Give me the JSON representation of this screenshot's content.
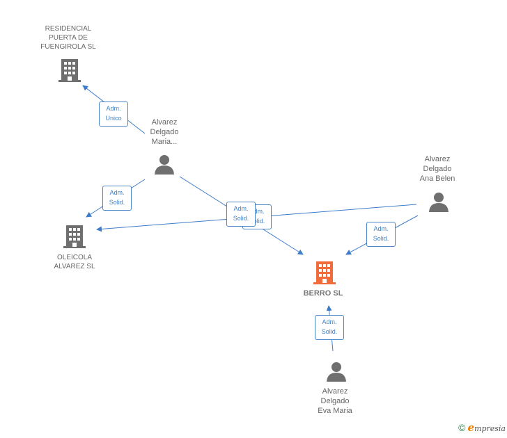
{
  "nodes": {
    "residencial": {
      "label_lines": [
        "RESIDENCIAL",
        "PUERTA DE",
        "FUENGIROLA SL"
      ],
      "kind": "company"
    },
    "oleicola": {
      "label_lines": [
        "OLEICOLA",
        "ALVAREZ SL"
      ],
      "kind": "company"
    },
    "berro": {
      "label_lines": [
        "BERRO SL"
      ],
      "kind": "focus-company"
    },
    "maria": {
      "label_lines": [
        "Alvarez",
        "Delgado",
        "Maria..."
      ],
      "kind": "person"
    },
    "ana": {
      "label_lines": [
        "Alvarez",
        "Delgado",
        "Ana Belen"
      ],
      "kind": "person"
    },
    "eva": {
      "label_lines": [
        "Alvarez",
        "Delgado",
        "Eva Maria"
      ],
      "kind": "person"
    }
  },
  "edges": {
    "maria_residencial": {
      "role_lines": [
        "Adm.",
        "Unico"
      ]
    },
    "maria_oleicola": {
      "role_lines": [
        "Adm.",
        "Solid."
      ]
    },
    "ana_oleicola": {
      "role_lines": [
        "Adm.",
        "Solid."
      ]
    },
    "maria_berro": {
      "role_lines": [
        "Adm.",
        "Solid."
      ]
    },
    "ana_berro": {
      "role_lines": [
        "Adm.",
        "Solid."
      ]
    },
    "eva_berro": {
      "role_lines": [
        "Adm.",
        "Solid."
      ]
    }
  },
  "colors": {
    "edge": "#3d7cc9",
    "icon_gray": "#6f6f6f",
    "icon_focus": "#f26b3a"
  },
  "footer": {
    "copyright": "©",
    "brand_initial": "e",
    "brand_rest": "mpresia"
  }
}
